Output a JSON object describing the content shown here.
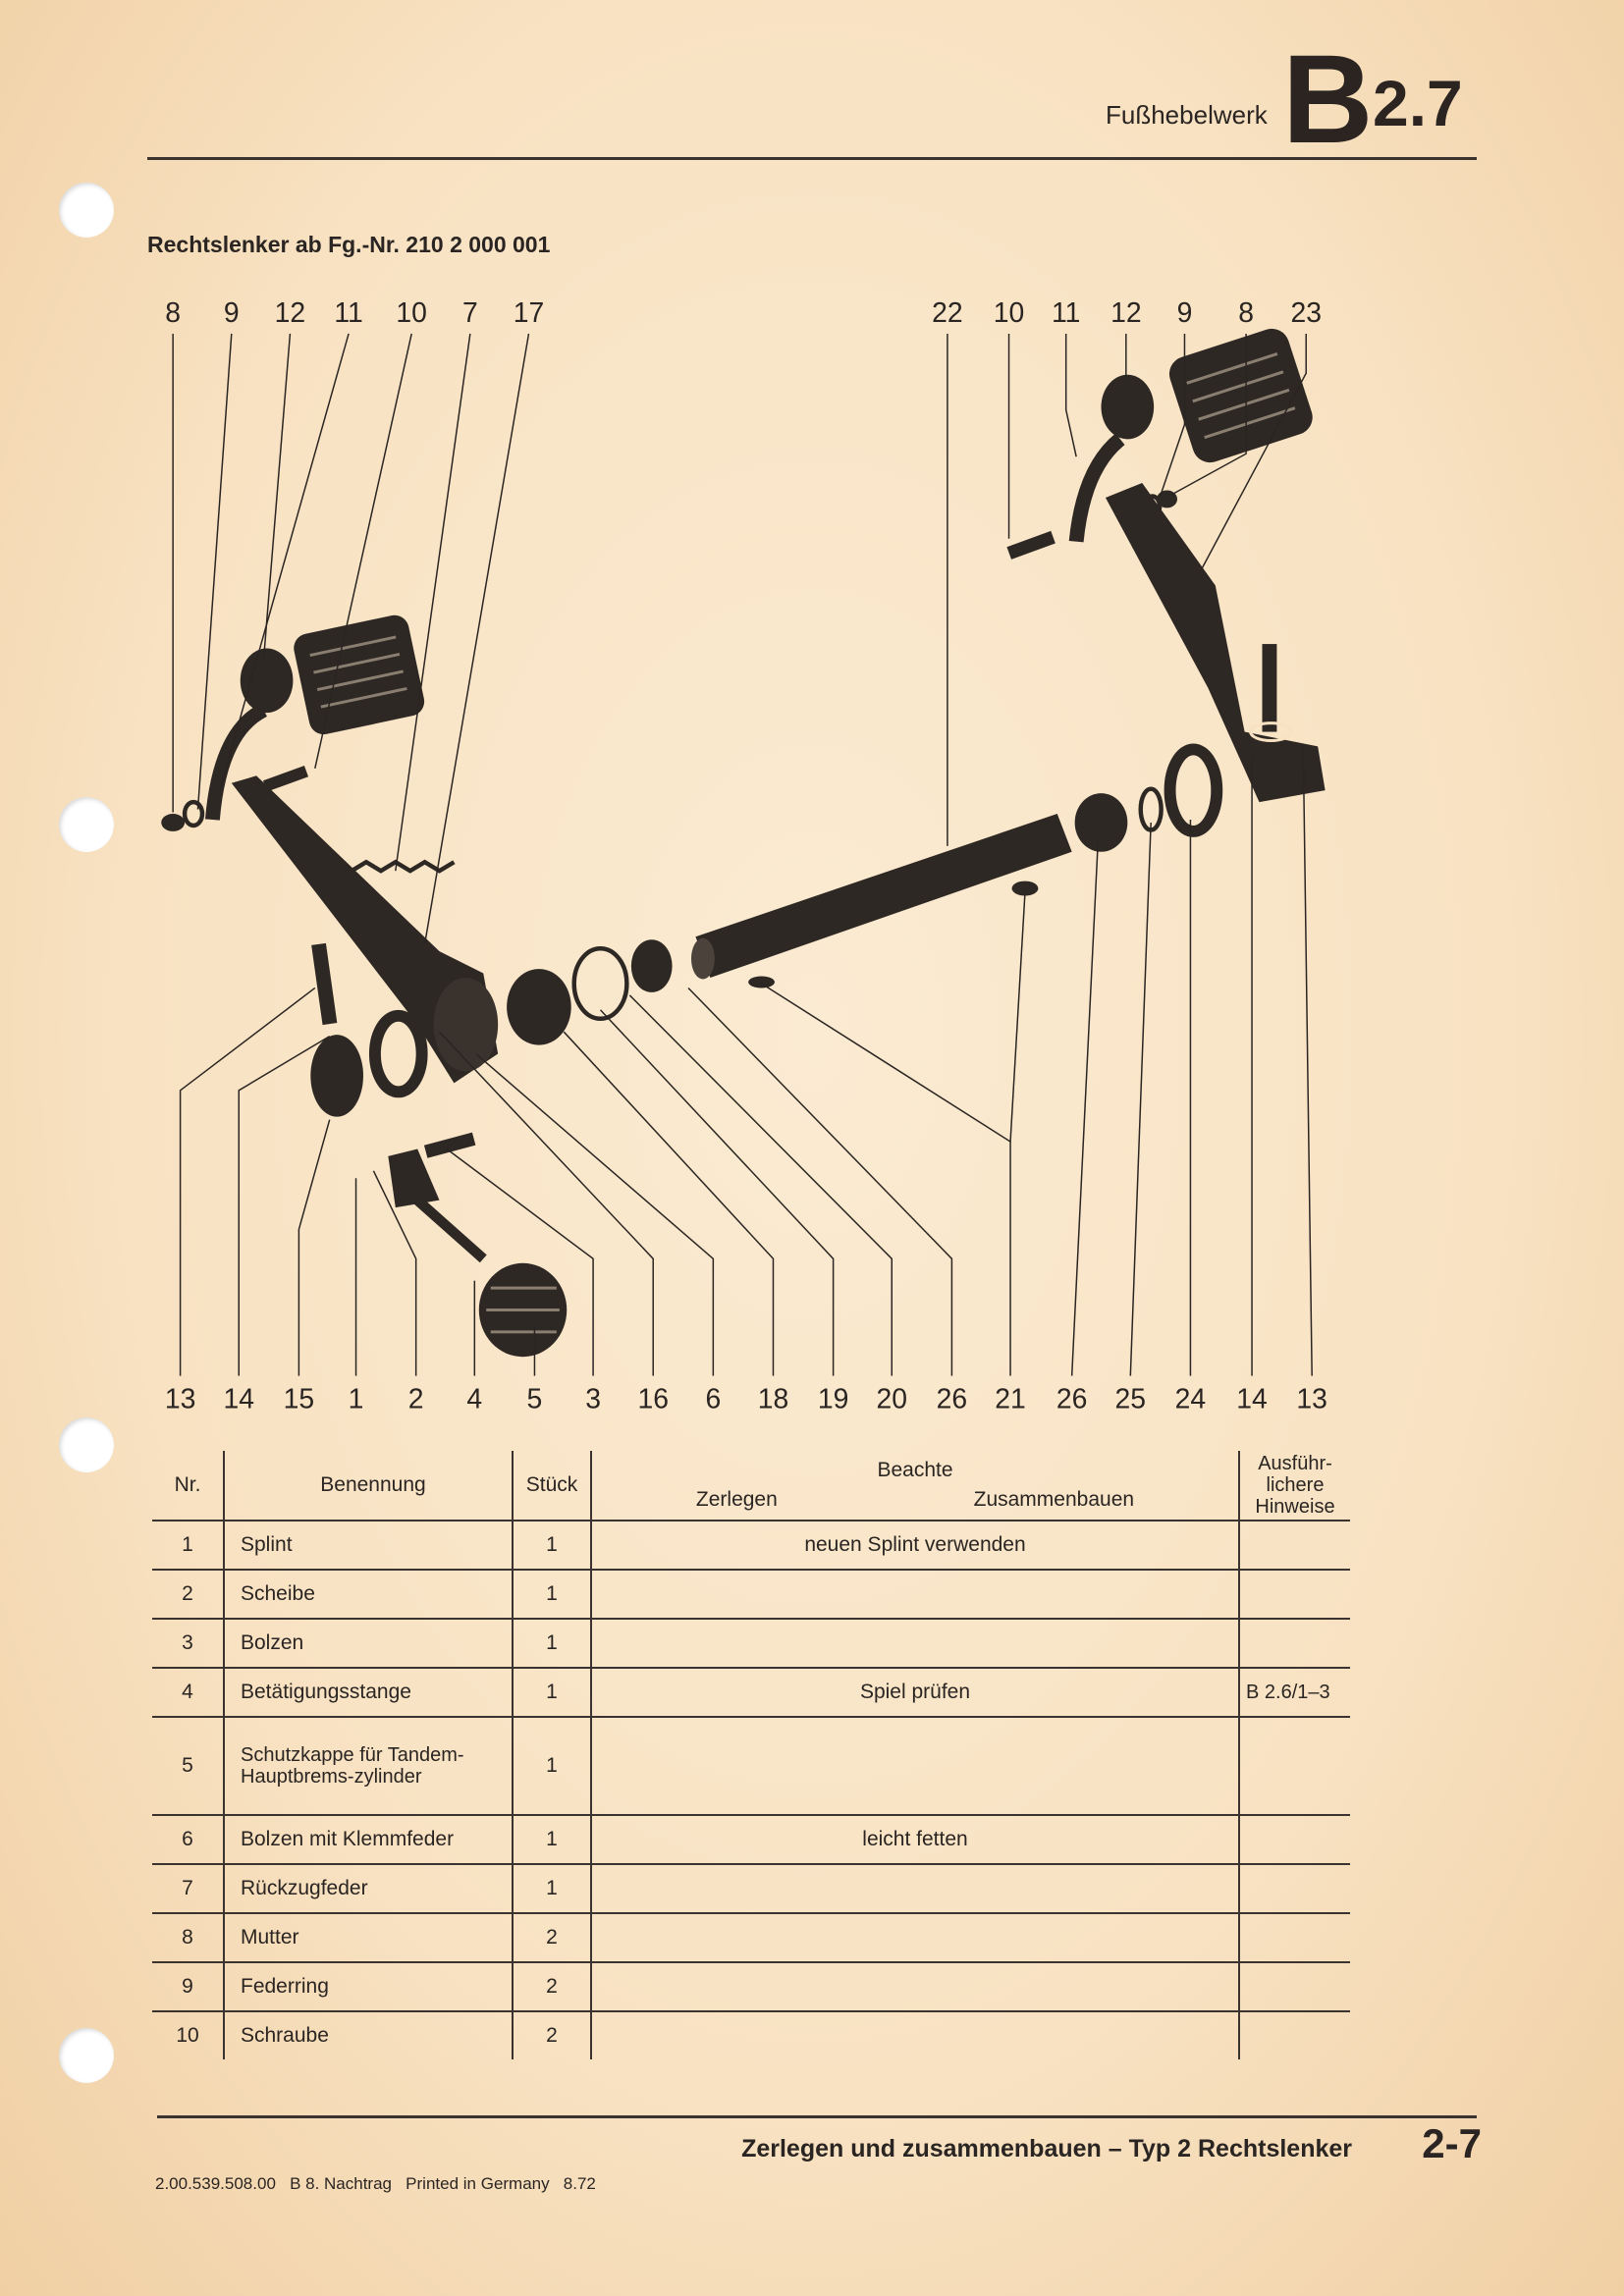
{
  "header": {
    "section_name": "Fußhebelwerk",
    "section_letter": "B",
    "section_number": "2.7"
  },
  "subtitle": "Rechtslenker ab Fg.-Nr. 210 2 000 001",
  "diagram": {
    "top_left_labels": [
      "8",
      "9",
      "12",
      "11",
      "10",
      "7",
      "17"
    ],
    "top_right_labels": [
      "22",
      "10",
      "11",
      "12",
      "9",
      "8",
      "23"
    ],
    "bottom_labels": [
      "13",
      "14",
      "15",
      "1",
      "2",
      "4",
      "5",
      "3",
      "16",
      "6",
      "18",
      "19",
      "20",
      "26",
      "21",
      "26",
      "25",
      "24",
      "14",
      "13"
    ]
  },
  "table": {
    "headers": {
      "nr": "Nr.",
      "name": "Benennung",
      "qty": "Stück",
      "note": "Beachte",
      "disassemble": "Zerlegen",
      "assemble": "Zusammenbauen",
      "ref": "Ausführ-\nlichere\nHinweise"
    },
    "rows": [
      {
        "nr": "1",
        "name": "Splint",
        "qty": "1",
        "note": "neuen Splint verwenden",
        "ref": ""
      },
      {
        "nr": "2",
        "name": "Scheibe",
        "qty": "1",
        "note": "",
        "ref": ""
      },
      {
        "nr": "3",
        "name": "Bolzen",
        "qty": "1",
        "note": "",
        "ref": ""
      },
      {
        "nr": "4",
        "name": "Betätigungsstange",
        "qty": "1",
        "note": "Spiel prüfen",
        "ref": "B 2.6/1–3"
      },
      {
        "nr": "5",
        "name": "Schutzkappe für Tandem-Hauptbrems-zylinder",
        "qty": "1",
        "note": "",
        "ref": ""
      },
      {
        "nr": "6",
        "name": "Bolzen mit Klemmfeder",
        "qty": "1",
        "note": "leicht fetten",
        "ref": ""
      },
      {
        "nr": "7",
        "name": "Rückzugfeder",
        "qty": "1",
        "note": "",
        "ref": ""
      },
      {
        "nr": "8",
        "name": "Mutter",
        "qty": "2",
        "note": "",
        "ref": ""
      },
      {
        "nr": "9",
        "name": "Federring",
        "qty": "2",
        "note": "",
        "ref": ""
      },
      {
        "nr": "10",
        "name": "Schraube",
        "qty": "2",
        "note": "",
        "ref": ""
      }
    ]
  },
  "footer": {
    "title": "Zerlegen und zusammenbauen – Typ 2 Rechtslenker",
    "page": "2-7",
    "code": "2.00.539.508.00   B 8. Nachtrag   Printed in Germany   8.72"
  }
}
